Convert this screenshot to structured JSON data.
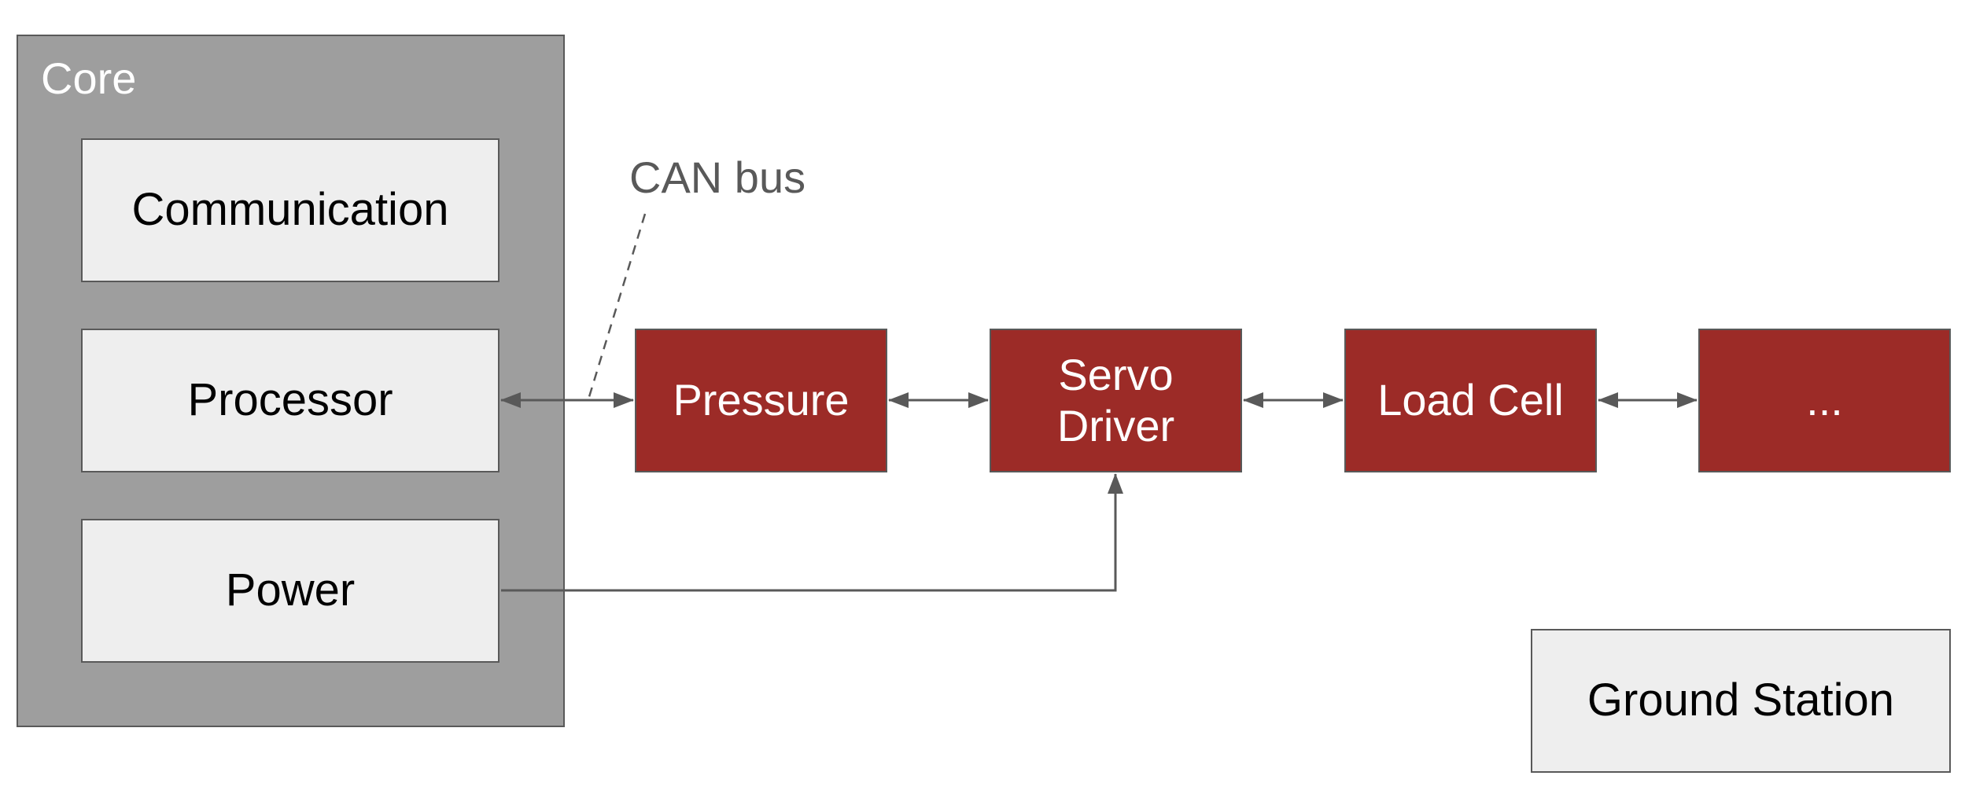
{
  "diagram": {
    "core": {
      "label": "Core",
      "modules": {
        "communication": "Communication",
        "processor": "Processor",
        "power": "Power"
      }
    },
    "bus_label": "CAN bus",
    "nodes": {
      "pressure": "Pressure",
      "servo_driver": "Servo\nDriver",
      "load_cell": "Load Cell",
      "more": "..."
    },
    "ground_station": "Ground Station"
  },
  "colors": {
    "core_background": "#9e9e9e",
    "module_background": "#eeeeee",
    "node_background": "#9c2b27",
    "outline": "#595959",
    "connector": "#595959"
  }
}
